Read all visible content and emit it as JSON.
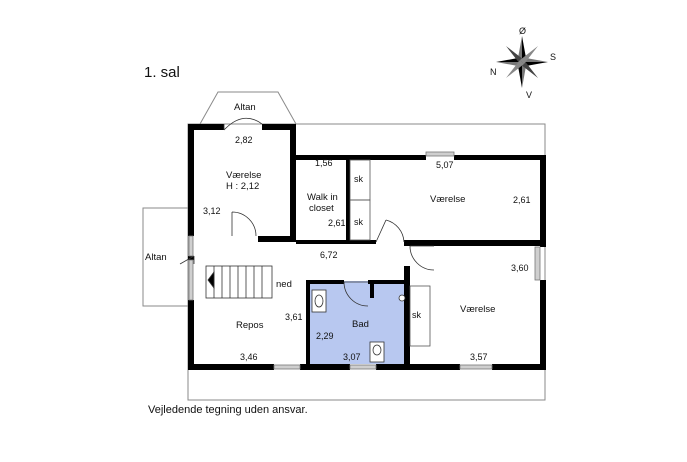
{
  "floor_title": "1. sal",
  "disclaimer": "Vejledende tegning uden ansvar.",
  "compass": {
    "n": "N",
    "s": "S",
    "o": "Ø",
    "v": "V"
  },
  "rooms": {
    "altan_top": "Altan",
    "altan_left": "Altan",
    "vaerelse_1_name": "Værelse",
    "vaerelse_1_height": "H : 2,12",
    "walk_in_1": "Walk in",
    "walk_in_2": "closet",
    "vaerelse_2": "Værelse",
    "vaerelse_3": "Værelse",
    "bad": "Bad",
    "repos": "Repos",
    "ned": "ned",
    "sk_1": "sk",
    "sk_2": "sk",
    "sk_3": "sk"
  },
  "dimensions": {
    "d282": "2,82",
    "d312": "3,12",
    "d156": "1,56",
    "d261a": "2,61",
    "d507": "5,07",
    "d261b": "2,61",
    "d672": "6,72",
    "d360": "3,60",
    "d361": "3,61",
    "d229": "2,29",
    "d346": "3,46",
    "d307": "3,07",
    "d357": "3,57"
  },
  "colors": {
    "bathroom_fill": "#b8c8f0",
    "wall": "#000000",
    "outline": "#8a8a8a"
  }
}
